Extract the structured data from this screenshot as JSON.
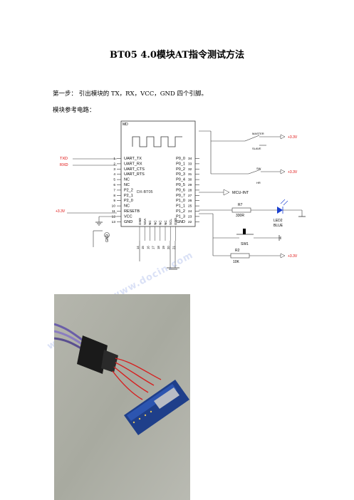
{
  "doc": {
    "title": "BT05  4.0模块AT指令测试方法",
    "step1": "第一步：  引出模块的 TX，RX，VCC，GND 四个引脚。",
    "circuit_label": "模块参考电路："
  },
  "schematic": {
    "module_title": "MD",
    "module_name": "DX-BT05",
    "left_pins": [
      {
        "num": "1",
        "name": "UART_TX"
      },
      {
        "num": "2",
        "name": "UART_RX"
      },
      {
        "num": "3",
        "name": "UART_CTS"
      },
      {
        "num": "4",
        "name": "UART_RTS"
      },
      {
        "num": "5",
        "name": "NC"
      },
      {
        "num": "6",
        "name": "NC"
      },
      {
        "num": "7",
        "name": "P2_2"
      },
      {
        "num": "8",
        "name": "P2_1"
      },
      {
        "num": "9",
        "name": "P2_0"
      },
      {
        "num": "10",
        "name": "NC"
      },
      {
        "num": "11",
        "name": "RESETB"
      },
      {
        "num": "12",
        "name": "VCC"
      },
      {
        "num": "13",
        "name": "GND"
      }
    ],
    "right_pins": [
      {
        "num": "34",
        "name": "P0_0"
      },
      {
        "num": "33",
        "name": "P0_1"
      },
      {
        "num": "32",
        "name": "P0_2"
      },
      {
        "num": "31",
        "name": "P0_3"
      },
      {
        "num": "30",
        "name": "P0_4"
      },
      {
        "num": "29",
        "name": "P0_5"
      },
      {
        "num": "28",
        "name": "P0_6"
      },
      {
        "num": "27",
        "name": "P0_7"
      },
      {
        "num": "26",
        "name": "P1_0"
      },
      {
        "num": "25",
        "name": "P1_1"
      },
      {
        "num": "24",
        "name": "P1_2"
      },
      {
        "num": "23",
        "name": "P1_3"
      },
      {
        "num": "22",
        "name": "GND"
      }
    ],
    "bottom_pins": [
      {
        "num": "14",
        "name": "GND"
      },
      {
        "num": "15",
        "name": "SDA"
      },
      {
        "num": "16",
        "name": "NC"
      },
      {
        "num": "17",
        "name": "NC"
      },
      {
        "num": "18",
        "name": "NC"
      },
      {
        "num": "19",
        "name": "NC"
      },
      {
        "num": "20",
        "name": "SCL"
      },
      {
        "num": "21",
        "name": "GND"
      }
    ],
    "txd": "TXD",
    "rxd": "RXD",
    "vcc_left": "+3.3V",
    "gnd_left": "GND",
    "master": "MASTER",
    "slave": "SLAVE",
    "vcc_top": "+3.3V",
    "sw": "SW",
    "hr": "HR",
    "vcc_mid": "+3.3V",
    "mcu_int": "MCU-INT",
    "r7": "R7",
    "r7_val": "330R",
    "led2": "LED2",
    "blue": "BLUE",
    "sw1": "SW1",
    "r2": "R2",
    "r2_val": "10K",
    "vcc_bottom": "+3.3V"
  },
  "watermark": "www.docin.com"
}
